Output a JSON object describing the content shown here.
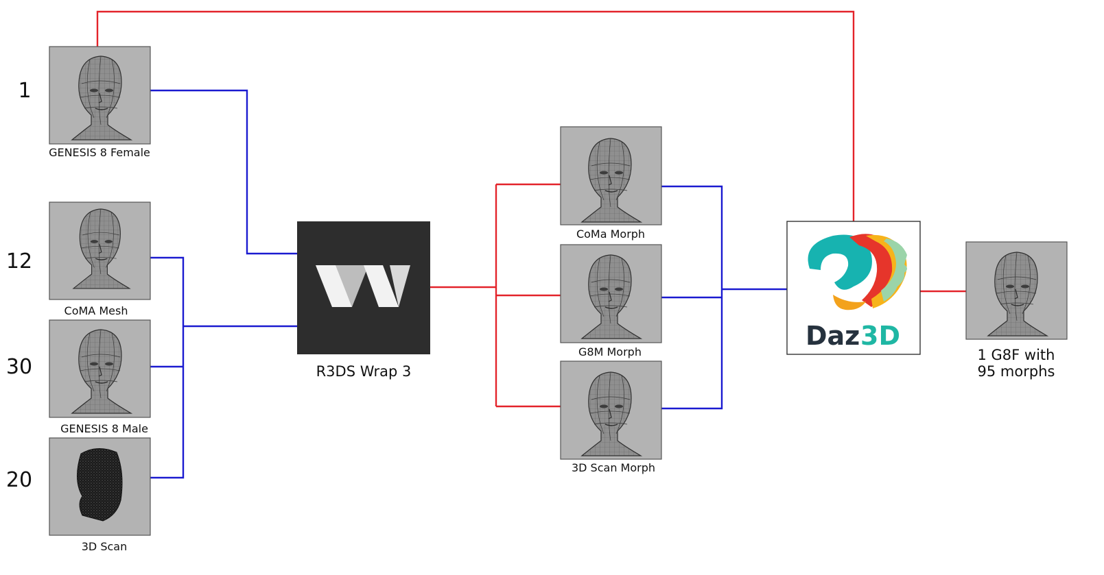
{
  "colors": {
    "red_connector": "#e3232a",
    "blue_connector": "#1a1ad0",
    "wrap_logo_bg": "#2d2d2d",
    "daz_text": "#26323e",
    "daz_accent": "#1fb7a4"
  },
  "inputs": [
    {
      "count": "1",
      "label": "GENESIS 8 Female",
      "icon": "female-head-wireframe-icon"
    },
    {
      "count": "12",
      "label": "CoMA Mesh",
      "icon": "coma-mesh-head-icon"
    },
    {
      "count": "30",
      "label": "GENESIS 8 Male",
      "icon": "male-head-wireframe-icon"
    },
    {
      "count": "20",
      "label": "3D Scan",
      "icon": "scan-head-icon"
    }
  ],
  "tool": {
    "label": "R3DS Wrap 3",
    "logo_letter": "W",
    "icon": "r3ds-wrap-logo-icon"
  },
  "morphs": [
    {
      "label": "CoMa Morph",
      "icon": "coma-morph-head-icon"
    },
    {
      "label": "G8M Morph",
      "icon": "g8m-morph-head-icon"
    },
    {
      "label": "3D Scan Morph",
      "icon": "scan-morph-head-icon"
    }
  ],
  "daz": {
    "name_part1": "Daz",
    "name_part2": "3D",
    "icon": "daz3d-logo-icon"
  },
  "output": {
    "line1": "1 G8F with",
    "line2": "95 morphs",
    "icon": "g8f-output-head-icon"
  }
}
